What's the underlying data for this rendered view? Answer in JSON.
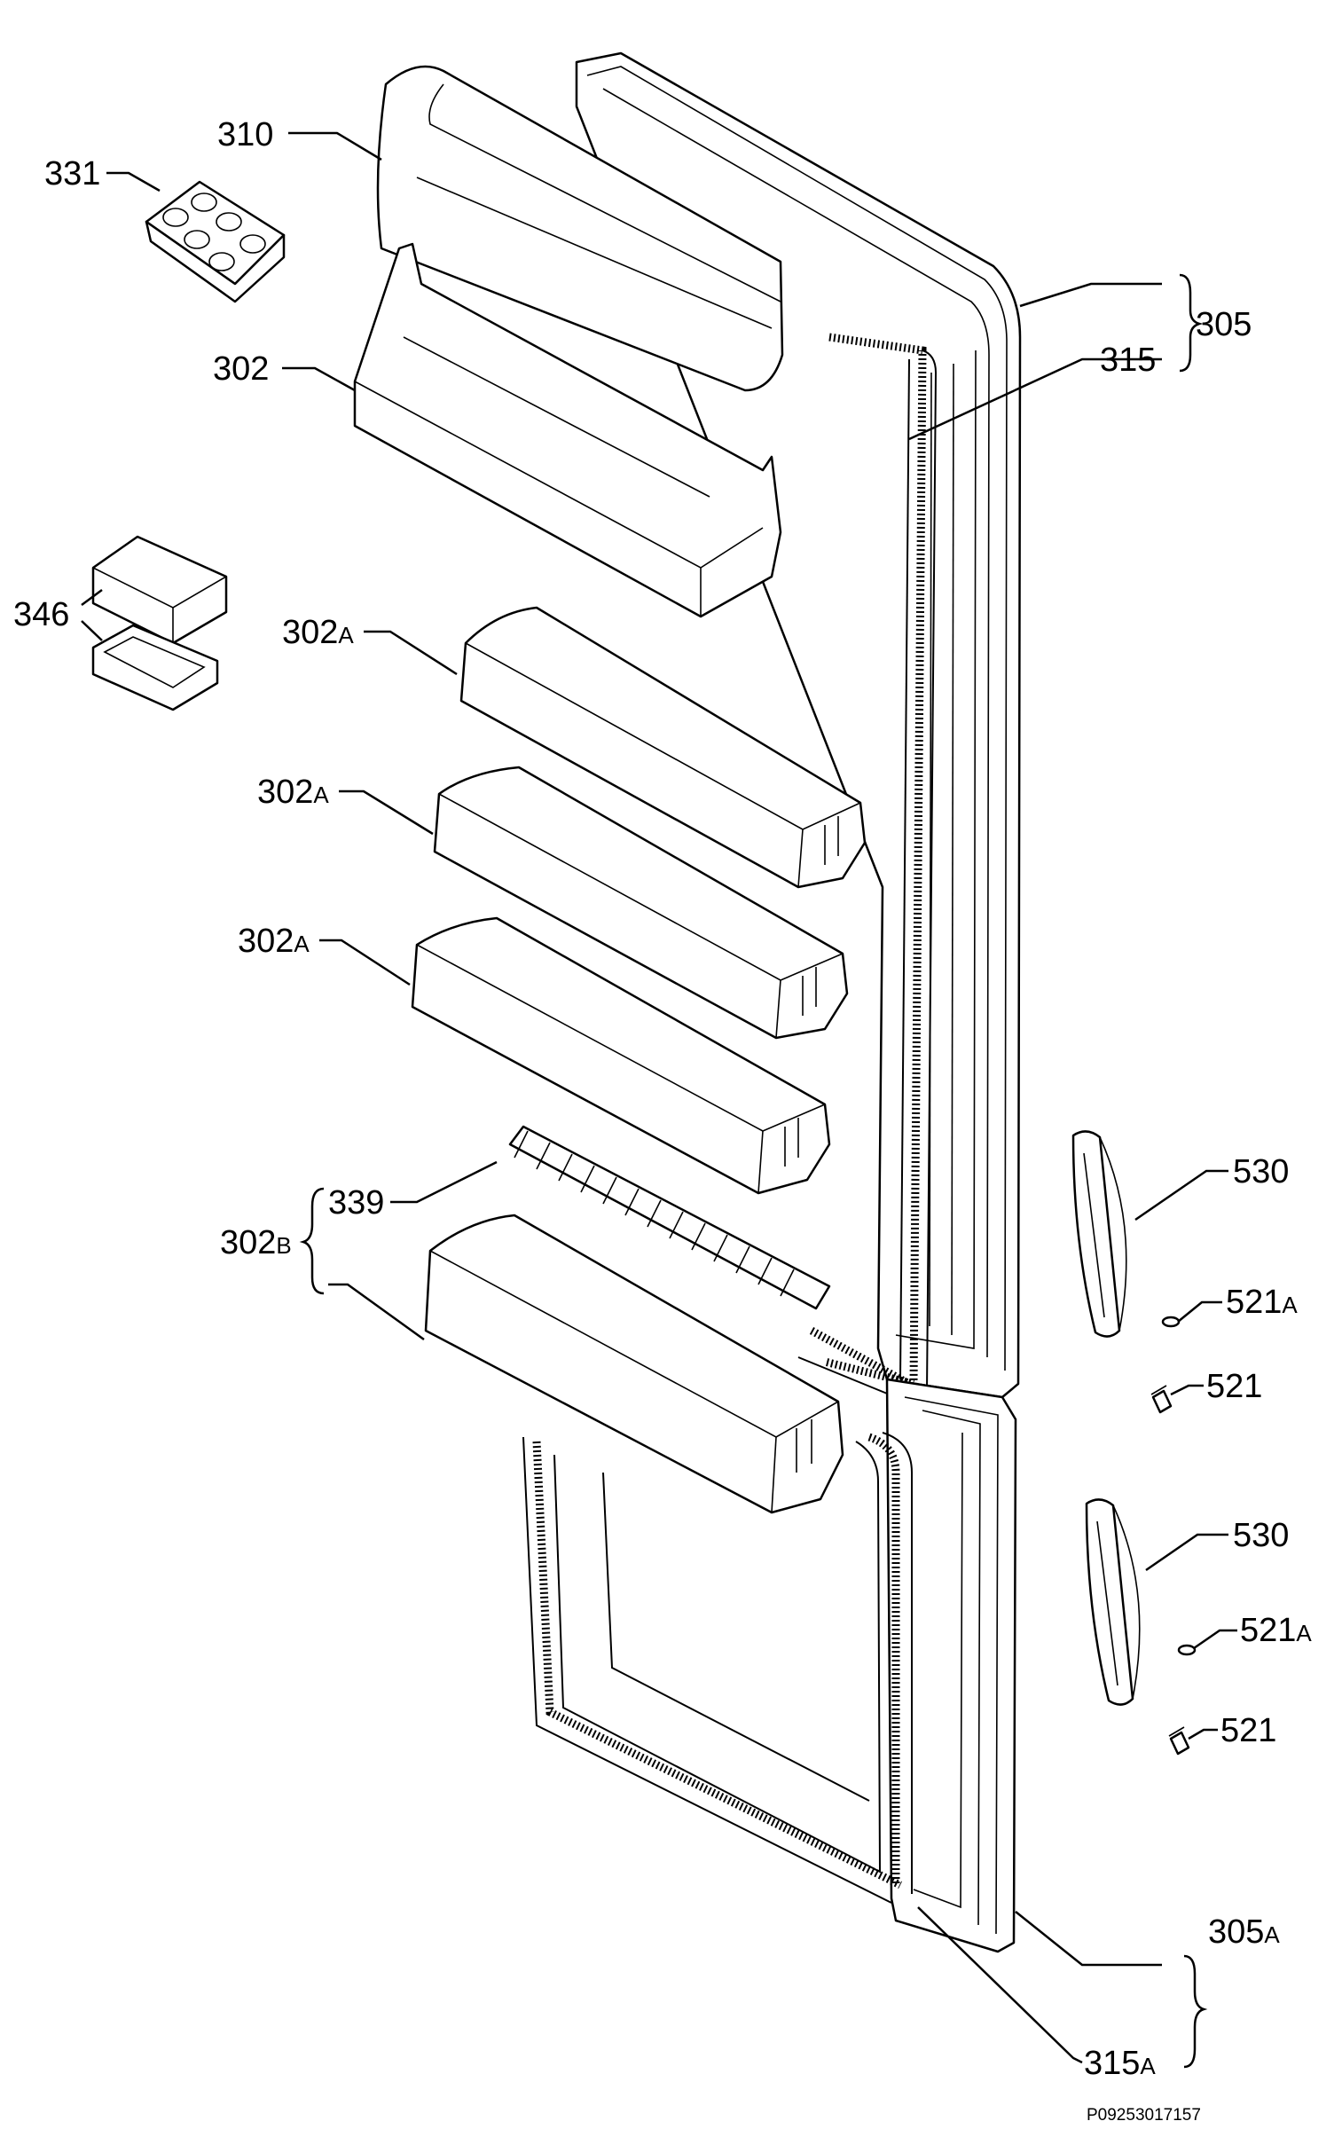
{
  "labels": {
    "p310": "310",
    "p331": "331",
    "p302": "302",
    "p346": "346",
    "p302a_1": "302",
    "p302a_2": "302",
    "p302a_3": "302",
    "p302b": "302",
    "p339": "339",
    "p305": "305",
    "p315": "315",
    "p305a": "305",
    "p315a": "315",
    "p530_1": "530",
    "p530_2": "530",
    "p521a_1": "521",
    "p521a_2": "521",
    "p521_1": "521",
    "p521_2": "521"
  },
  "suffixes": {
    "a": "A",
    "b": "B"
  },
  "drawing_code": "P09253017157"
}
